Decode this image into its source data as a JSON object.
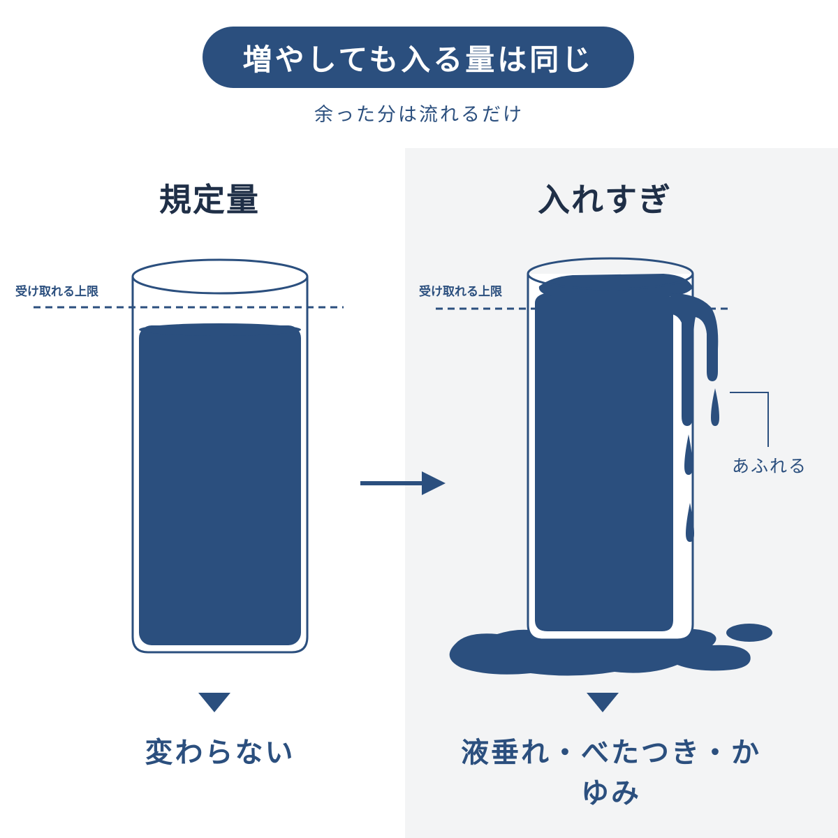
{
  "header": {
    "title": "増やしても入る量は同じ",
    "subtitle": "余った分は流れるだけ"
  },
  "left": {
    "heading": "規定量",
    "limit_label": "受け取れる上限",
    "result": "変わらない"
  },
  "right": {
    "heading": "入れすぎ",
    "limit_label": "受け取れる上限",
    "overflow_label": "あふれる",
    "result": "液垂れ・べたつき・かゆみ"
  },
  "colors": {
    "primary": "#2b4f7e",
    "panel_bg": "#f3f4f5",
    "heading_text": "#1f2f47"
  }
}
